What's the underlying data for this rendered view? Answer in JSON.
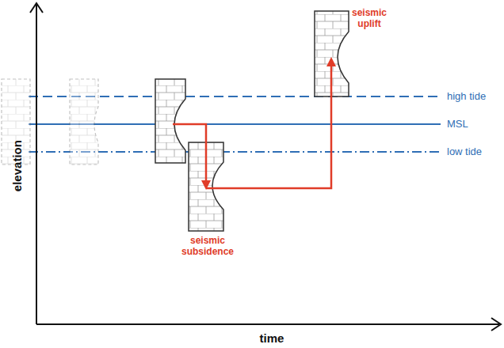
{
  "diagram": {
    "labels": [
      "seismic uplift",
      "high tide",
      "MSL",
      "low tide",
      "seismic subsidence",
      "elevation",
      "time"
    ]
  }
}
